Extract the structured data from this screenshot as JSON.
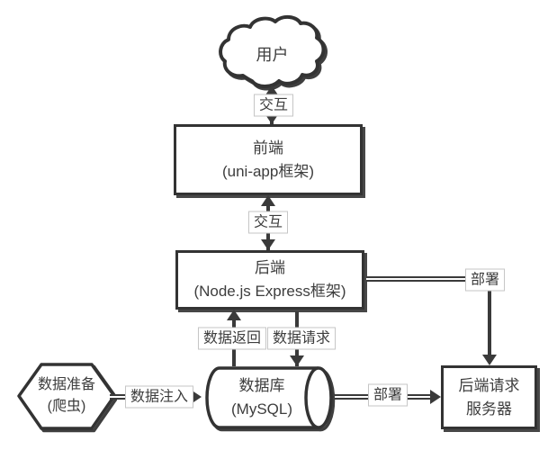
{
  "diagram": {
    "background": "#ffffff",
    "stroke_color": "#333333",
    "text_color": "#3d3d3d",
    "nodes": {
      "user": {
        "shape": "cloud",
        "label": "用户"
      },
      "frontend": {
        "shape": "rectangle",
        "line1": "前端",
        "line2": "(uni-app框架)"
      },
      "backend": {
        "shape": "rectangle",
        "line1": "后端",
        "line2": "(Node.js Express框架)"
      },
      "database": {
        "shape": "cylinder",
        "line1": "数据库",
        "line2": "(MySQL)"
      },
      "data_prep": {
        "shape": "hexagon",
        "line1": "数据准备",
        "line2": "(爬虫)"
      },
      "server": {
        "shape": "rectangle",
        "line1": "后端请求",
        "line2": "服务器"
      }
    },
    "edges": {
      "user_frontend": {
        "label": "交互",
        "direction": "bidirectional"
      },
      "frontend_backend": {
        "label": "交互",
        "direction": "bidirectional"
      },
      "backend_database_return": {
        "label": "数据返回",
        "direction": "up"
      },
      "backend_database_request": {
        "label": "数据请求",
        "direction": "down"
      },
      "dataprep_database": {
        "label": "数据注入",
        "direction": "right"
      },
      "database_server": {
        "label": "部署",
        "direction": "right"
      },
      "backend_server": {
        "label": "部署",
        "direction": "down"
      }
    }
  }
}
